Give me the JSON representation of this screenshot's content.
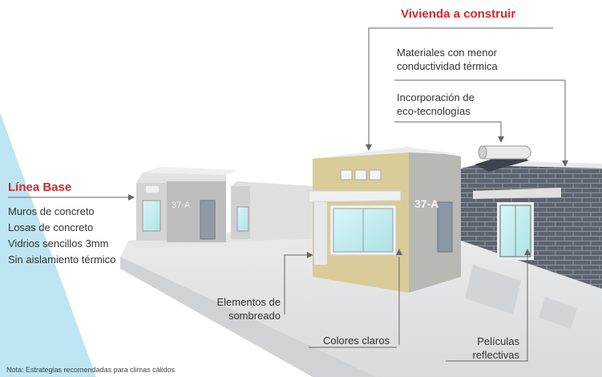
{
  "title_right": "Vivienda a construir",
  "title_left": "Línea Base",
  "house_number": "37-A",
  "baseline_items": [
    "Muros de concreto",
    "Losas de concreto",
    "Vidrios sencillos 3mm",
    "Sin aislamiento térmico"
  ],
  "annotations": {
    "materials_l1": "Materiales con menor",
    "materials_l2": "conductividad térmica",
    "eco_l1": "Incorporación de",
    "eco_l2": "eco-tecnologías",
    "shading_l1": "Elementos de",
    "shading_l2": "sombreado",
    "colors": "Colores claros",
    "films_l1": "Películas",
    "films_l2": "reflectivas"
  },
  "note": "Nota: Estrategias recomendadas para climas cálidos",
  "colors": {
    "accent_red": "#d7262b",
    "wall_beige": "#d9cc98",
    "brick_gray": "#5d6470",
    "glass": "#c2ecef",
    "sky_blue": "#bde6f2"
  }
}
